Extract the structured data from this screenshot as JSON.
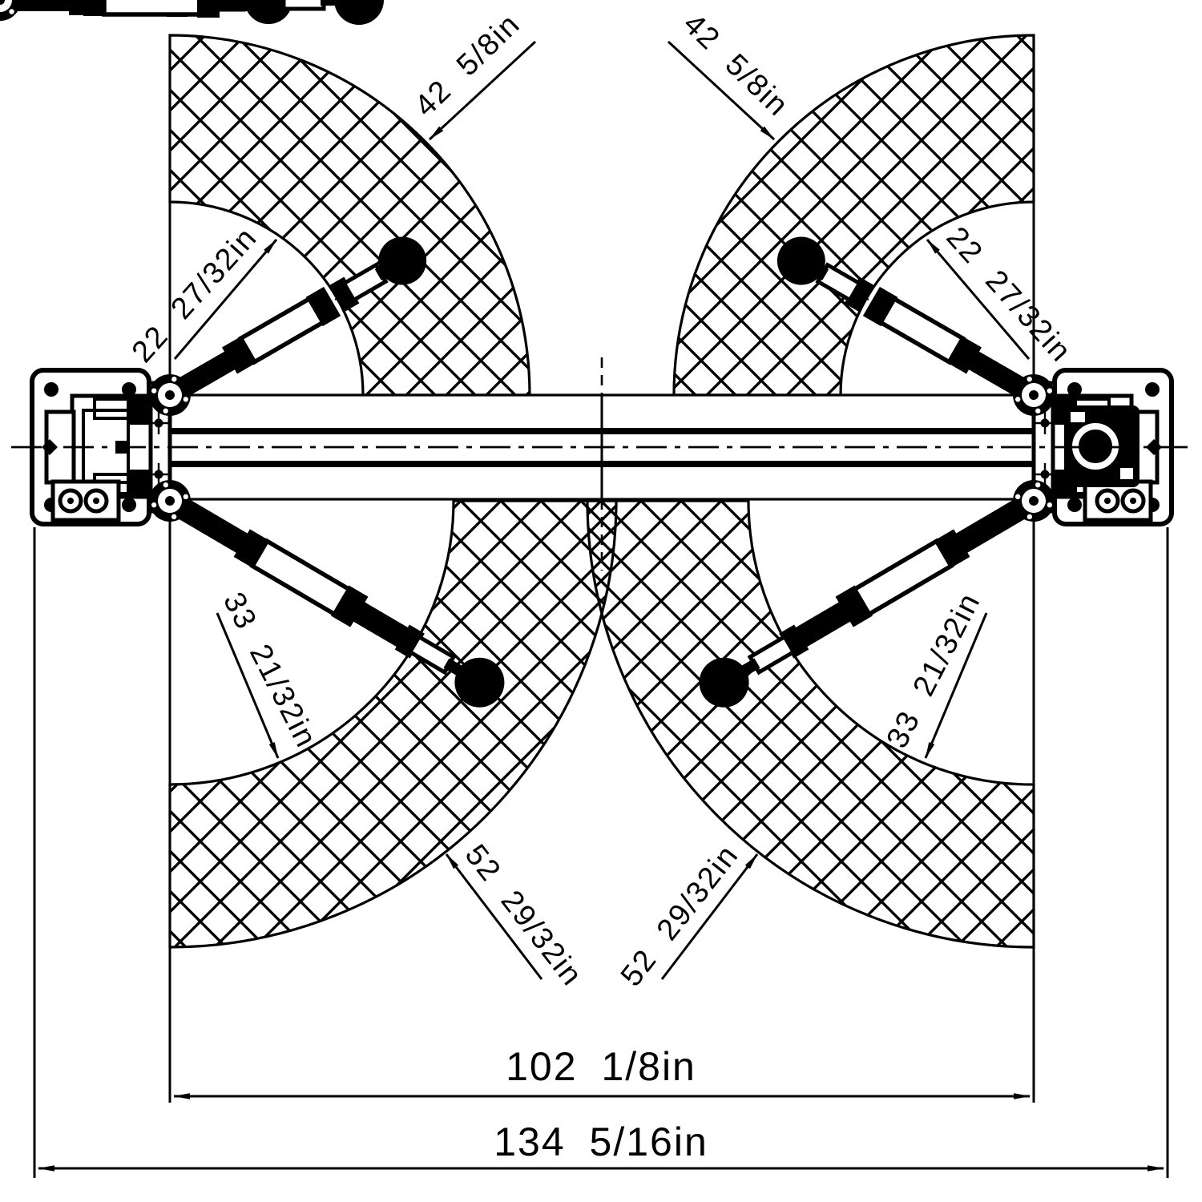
{
  "drawing": {
    "dims": {
      "front_min": "22 27/32in",
      "front_max": "42 5/8in",
      "rear_min": "33 21/32in",
      "rear_max": "52 29/32in",
      "inside_width": "102 1/8in",
      "overall_width": "134 5/16in"
    },
    "colors": {
      "ink": "#000000",
      "paper": "#ffffff"
    }
  }
}
